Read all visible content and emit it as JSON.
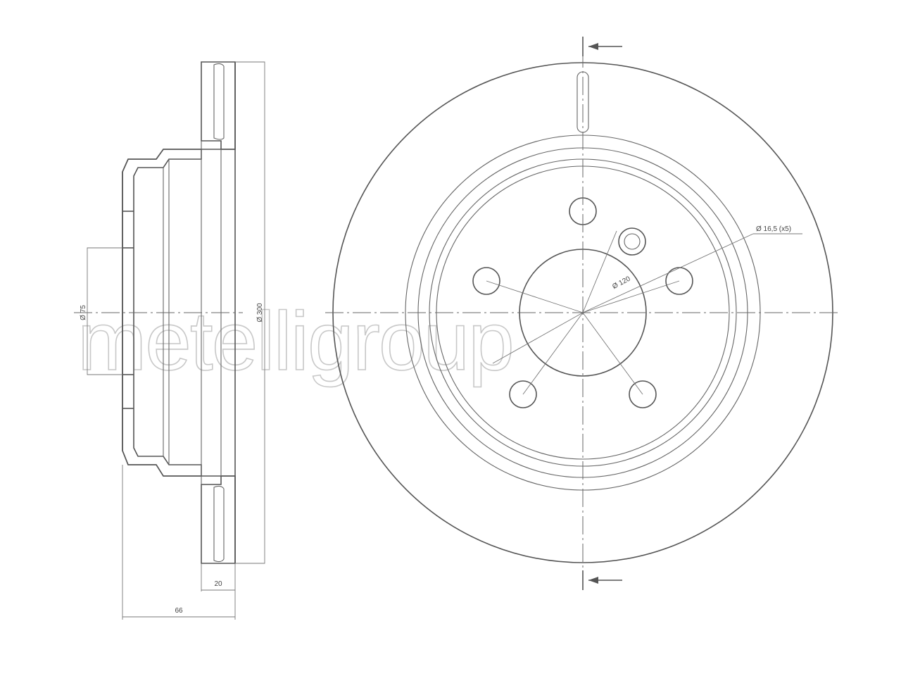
{
  "watermark": "metelligroup",
  "dimensions": {
    "rotor_diameter": "Ø 300",
    "centre_bore": "Ø 75",
    "thickness": "20",
    "overall_height": "66",
    "pcd": "Ø 120",
    "bolt_holes": "Ø 16,5 (x5)"
  },
  "colors": {
    "line": "#555555",
    "watermark": "#c8c8c8"
  }
}
